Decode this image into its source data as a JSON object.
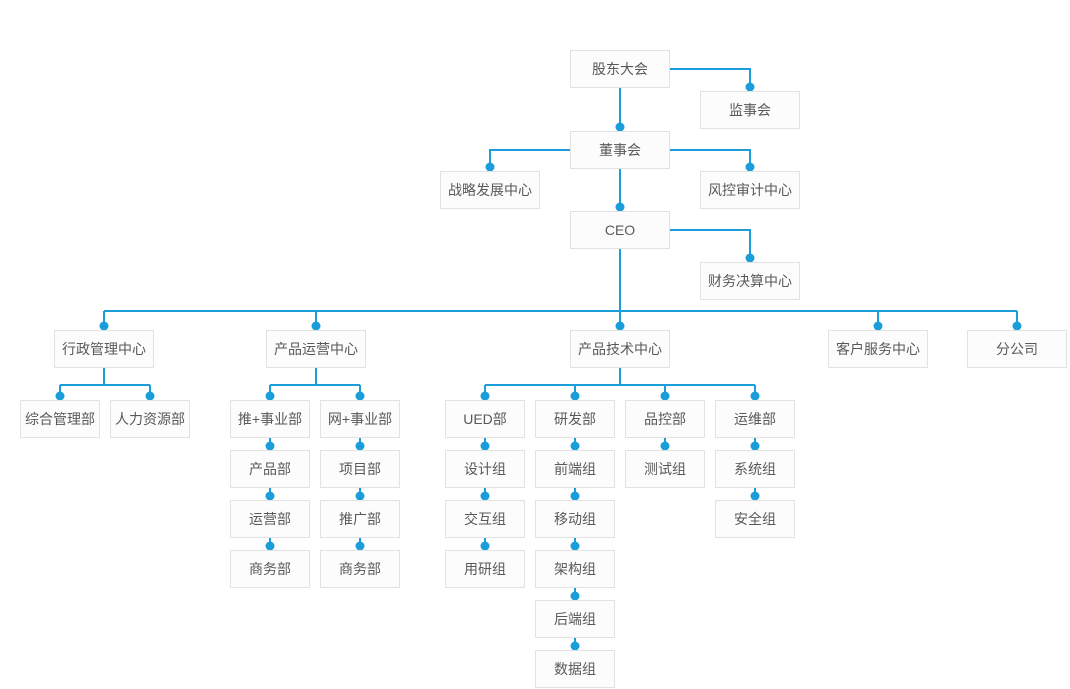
{
  "theme": {
    "accent_color": "#1b9dd9",
    "node_border_color": "#e2e2e2",
    "node_background_color": "#fcfcfc",
    "node_text_color": "#595959",
    "page_background_color": "#ffffff"
  },
  "nodes": {
    "shareholders_meeting": {
      "label": "股东大会"
    },
    "supervisory_board": {
      "label": "监事会"
    },
    "board_of_directors": {
      "label": "董事会"
    },
    "strategy_development_center": {
      "label": "战略发展中心"
    },
    "risk_audit_center": {
      "label": "风控审计中心"
    },
    "ceo": {
      "label": "CEO"
    },
    "financial_settlement_center": {
      "label": "财务决算中心"
    },
    "admin_management_center": {
      "label": "行政管理中心"
    },
    "product_operation_center": {
      "label": "产品运营中心"
    },
    "product_technology_center": {
      "label": "产品技术中心"
    },
    "customer_service_center": {
      "label": "客户服务中心"
    },
    "branch_company": {
      "label": "分公司"
    },
    "general_management_dept": {
      "label": "综合管理部"
    },
    "hr_dept": {
      "label": "人力资源部"
    },
    "tui_business_dept": {
      "label": "推+事业部"
    },
    "wang_business_dept": {
      "label": "网+事业部"
    },
    "ued_dept": {
      "label": "UED部"
    },
    "rd_dept": {
      "label": "研发部"
    },
    "qc_dept": {
      "label": "品控部"
    },
    "ops_dept": {
      "label": "运维部"
    },
    "product_dept": {
      "label": "产品部"
    },
    "project_dept": {
      "label": "项目部"
    },
    "design_group": {
      "label": "设计组"
    },
    "frontend_group": {
      "label": "前端组"
    },
    "testing_group": {
      "label": "测试组"
    },
    "system_group": {
      "label": "系统组"
    },
    "operation_dept": {
      "label": "运营部"
    },
    "promotion_dept": {
      "label": "推广部"
    },
    "interaction_group": {
      "label": "交互组"
    },
    "mobile_group": {
      "label": "移动组"
    },
    "security_group": {
      "label": "安全组"
    },
    "business_dept_1": {
      "label": "商务部"
    },
    "business_dept_2": {
      "label": "商务部"
    },
    "user_research_group": {
      "label": "用研组"
    },
    "architecture_group": {
      "label": "架构组"
    },
    "backend_group": {
      "label": "后端组"
    },
    "data_group": {
      "label": "数据组"
    }
  },
  "hierarchy_edges": [
    [
      "shareholders_meeting",
      "supervisory_board"
    ],
    [
      "shareholders_meeting",
      "board_of_directors"
    ],
    [
      "board_of_directors",
      "strategy_development_center"
    ],
    [
      "board_of_directors",
      "risk_audit_center"
    ],
    [
      "board_of_directors",
      "ceo"
    ],
    [
      "ceo",
      "financial_settlement_center"
    ],
    [
      "ceo",
      "admin_management_center"
    ],
    [
      "ceo",
      "product_operation_center"
    ],
    [
      "ceo",
      "product_technology_center"
    ],
    [
      "ceo",
      "customer_service_center"
    ],
    [
      "ceo",
      "branch_company"
    ],
    [
      "admin_management_center",
      "general_management_dept"
    ],
    [
      "admin_management_center",
      "hr_dept"
    ],
    [
      "product_operation_center",
      "tui_business_dept"
    ],
    [
      "product_operation_center",
      "wang_business_dept"
    ],
    [
      "product_technology_center",
      "ued_dept"
    ],
    [
      "product_technology_center",
      "rd_dept"
    ],
    [
      "product_technology_center",
      "qc_dept"
    ],
    [
      "product_technology_center",
      "ops_dept"
    ],
    [
      "tui_business_dept",
      "product_dept"
    ],
    [
      "product_dept",
      "operation_dept"
    ],
    [
      "operation_dept",
      "business_dept_1"
    ],
    [
      "wang_business_dept",
      "project_dept"
    ],
    [
      "project_dept",
      "promotion_dept"
    ],
    [
      "promotion_dept",
      "business_dept_2"
    ],
    [
      "ued_dept",
      "design_group"
    ],
    [
      "design_group",
      "interaction_group"
    ],
    [
      "interaction_group",
      "user_research_group"
    ],
    [
      "rd_dept",
      "frontend_group"
    ],
    [
      "frontend_group",
      "mobile_group"
    ],
    [
      "mobile_group",
      "architecture_group"
    ],
    [
      "architecture_group",
      "backend_group"
    ],
    [
      "backend_group",
      "data_group"
    ],
    [
      "qc_dept",
      "testing_group"
    ],
    [
      "ops_dept",
      "system_group"
    ],
    [
      "system_group",
      "security_group"
    ]
  ]
}
